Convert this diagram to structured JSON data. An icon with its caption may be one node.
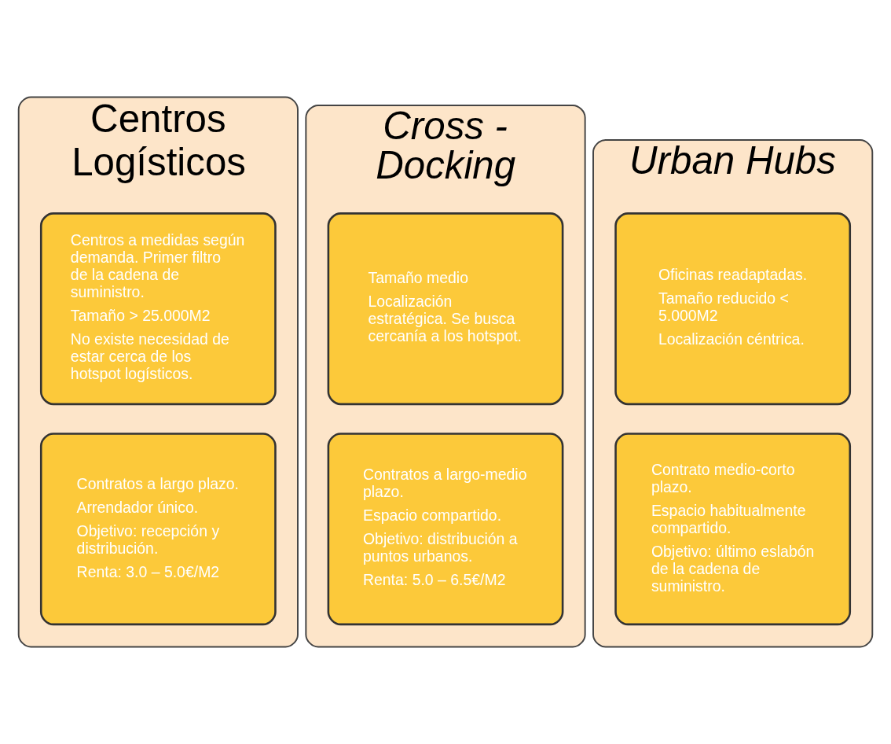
{
  "diagram": {
    "nodes": [
      {
        "text": [
          "Centros Logísticos"
        ]
      },
      {
        "text": [
          "Centros a medidas según demanda. Primer filtro de la cadena de suministro.",
          "Tamaño > 25.000M2",
          "No existe necesidad de estar cerca de los hotspot logísticos."
        ],
        "in": 0
      },
      {
        "text": [
          "Contratos a largo plazo.",
          "Arrendador único.",
          "Objetivo: recepción y distribución.",
          "Renta: 3.0 – 5.0€/M2"
        ],
        "in": 0
      },
      {
        "text": [
          "Cross - Docking"
        ]
      },
      {
        "text": [
          "Tamaño medio",
          "Localización estratégica. Se busca cercanía a los hotspot."
        ],
        "in": 3
      },
      {
        "text": [
          "Contratos a largo-medio plazo.",
          "Espacio compartido.",
          "Objetivo: distribución a puntos urbanos.",
          "Renta: 5.0 – 6.5€/M2"
        ],
        "in": 3
      },
      {
        "text": [
          "Urban Hubs"
        ]
      },
      {
        "text": [
          "Oficinas readaptadas.",
          "Tamaño reducido < 5.000M2",
          "Localización céntrica."
        ],
        "in": 6
      },
      {
        "text": [
          "Contrato medio-corto plazo.",
          "Espacio habitualmente compartido.",
          "Objetivo: último eslabón de la cadena de suministro."
        ],
        "in": 6
      }
    ],
    "edges": []
  }
}
